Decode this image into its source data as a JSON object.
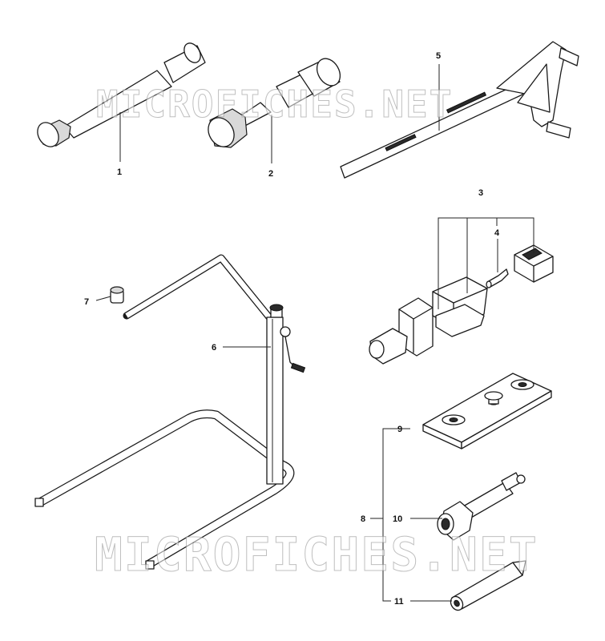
{
  "watermark": {
    "text": "MICROFICHES.NET"
  },
  "callouts": {
    "c1": "1",
    "c2": "2",
    "c3": "3",
    "c4": "4",
    "c5": "5",
    "c6": "6",
    "c7": "7",
    "c8": "8",
    "c9": "9",
    "c10": "10",
    "c11": "11"
  }
}
